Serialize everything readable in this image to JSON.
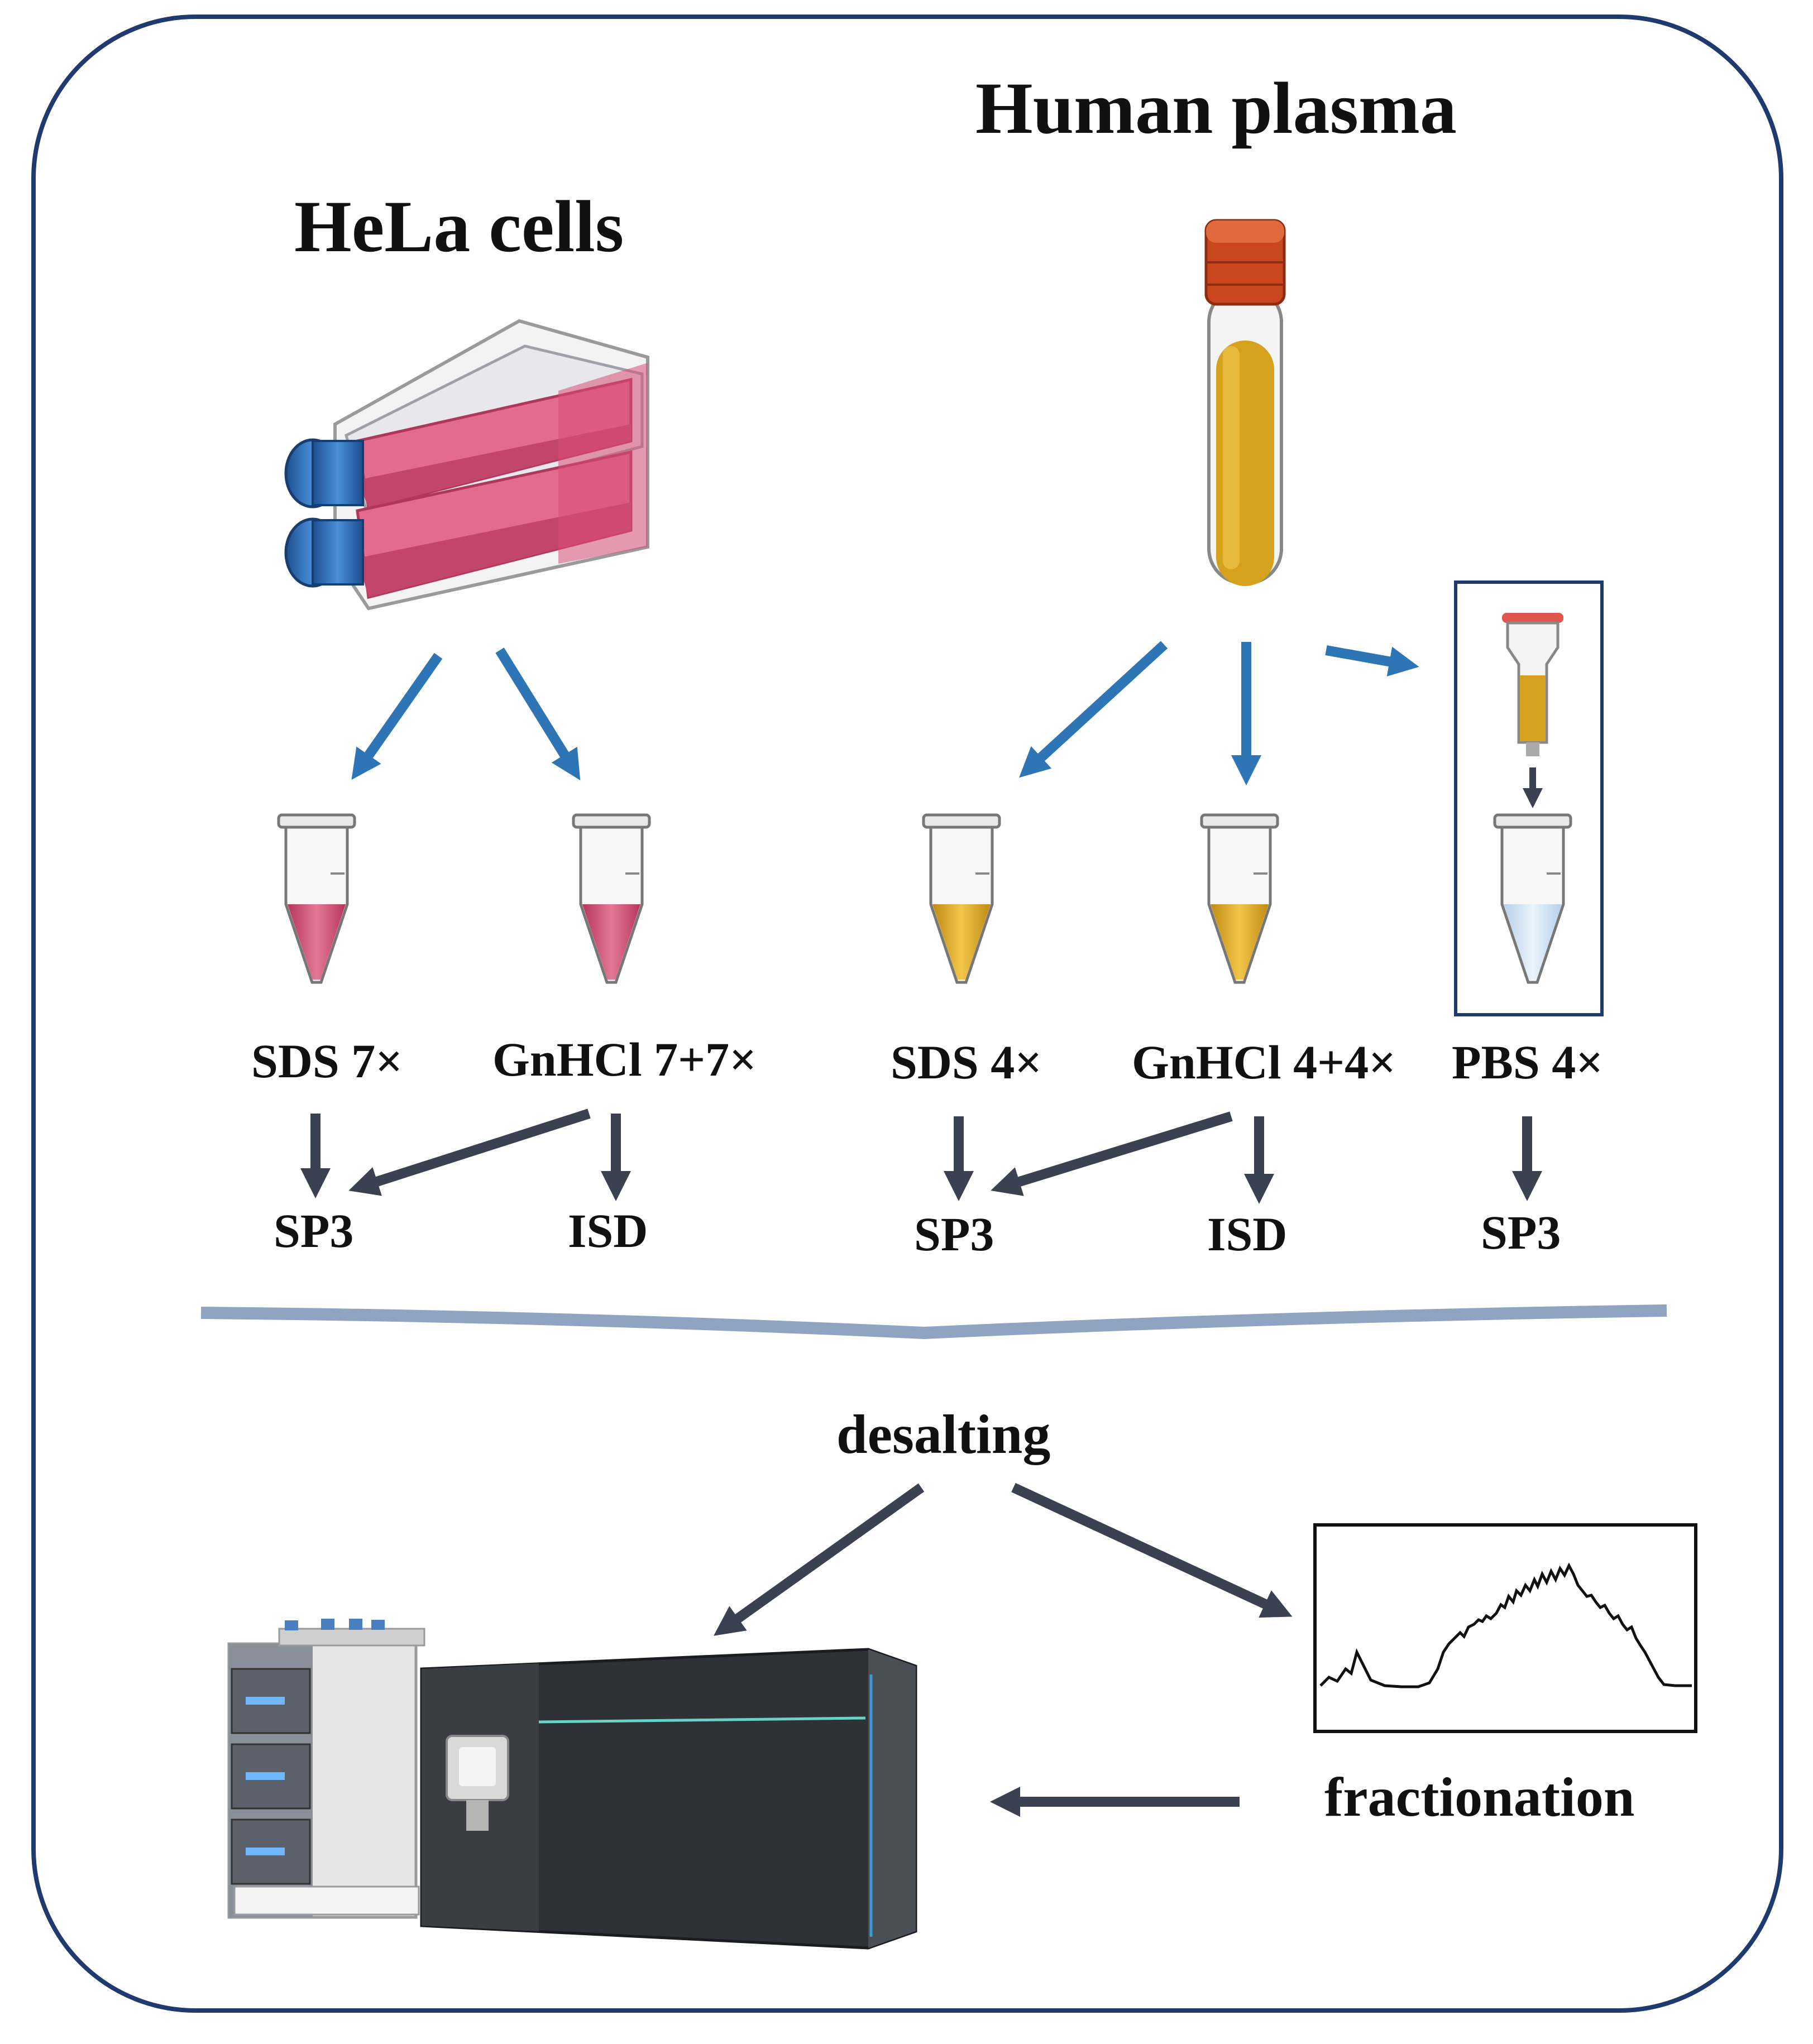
{
  "sources": {
    "hela": {
      "title": "HeLa cells"
    },
    "plasma": {
      "title": "Human plasma"
    }
  },
  "conditions": {
    "hela_sds": "SDS 7×",
    "hela_gnhcl": "GnHCl 7+7×",
    "plasma_sds": "SDS 4×",
    "plasma_gnhcl": "GnHCl 4+4×",
    "plasma_pbs": "PBS 4×"
  },
  "methods": {
    "hela_sp3": "SP3",
    "hela_isd": "ISD",
    "plasma_sp3": "SP3",
    "plasma_isd": "ISD",
    "pbs_sp3": "SP3"
  },
  "steps": {
    "desalting": "desalting",
    "fractionation": "fractionation"
  },
  "colors": {
    "frame": "#1f3a6e",
    "blue_arrow": "#2e75b6",
    "dark_arrow": "#3a4252",
    "divider": "#8ea4c0",
    "hela_media": "#d4567a",
    "plasma_yellow": "#d9a520",
    "tube_cap": "#c9461e",
    "pbs_liquid": "#d6e6f5",
    "flask_cap": "#2a6db5"
  },
  "icons": [
    "cell-culture-flask-icon",
    "blood-tube-icon",
    "depletion-column-icon",
    "microtube-icon",
    "lc-ms-instrument-icon",
    "chromatogram-icon"
  ]
}
